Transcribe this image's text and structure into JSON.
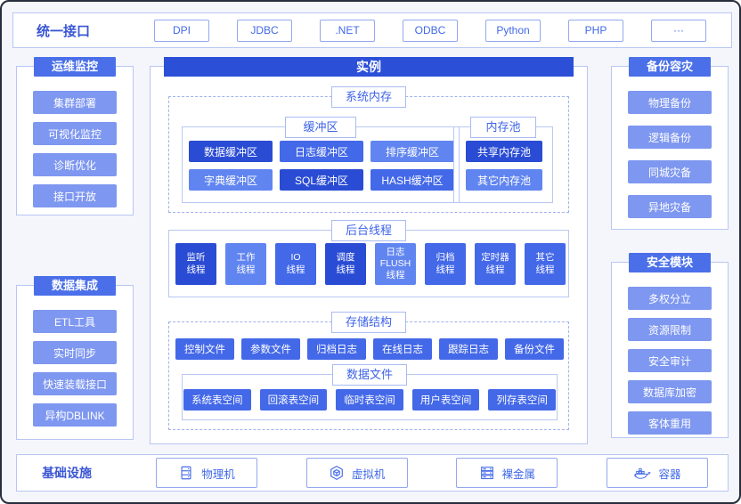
{
  "colors": {
    "page_bg": "#f4f6fb",
    "frame_border": "#272d3d",
    "panel_border": "#b9c7f2",
    "dashed_border": "#9fb2ee",
    "instance_header": "#2b4fd7",
    "side_header": "#4a6fe9",
    "side_item": "#7e97f0",
    "chip_dark": "#2a4cd4",
    "chip_medium": "#4368e8",
    "chip_light": "#6185f0",
    "text_blue": "#3d63e8"
  },
  "top_bar": {
    "label": "统一接口",
    "chips": [
      "DPI",
      "JDBC",
      ".NET",
      "ODBC",
      "Python",
      "PHP",
      "···"
    ]
  },
  "left_panels": [
    {
      "title": "运维监控",
      "items": [
        "集群部署",
        "可视化监控",
        "诊断优化",
        "接口开放"
      ]
    },
    {
      "title": "数据集成",
      "items": [
        "ETL工具",
        "实时同步",
        "快速装载接口",
        "异构DBLINK"
      ]
    }
  ],
  "right_panels": [
    {
      "title": "备份容灾",
      "items": [
        "物理备份",
        "逻辑备份",
        "同城灾备",
        "异地灾备"
      ]
    },
    {
      "title": "安全模块",
      "items": [
        "多权分立",
        "资源限制",
        "安全审计",
        "数据库加密",
        "客体重用"
      ]
    }
  ],
  "center": {
    "title": "实例",
    "system_memory": {
      "label": "系统内存",
      "buffer": {
        "label": "缓冲区",
        "chips": [
          {
            "text": "数据缓冲区",
            "tone": "dark"
          },
          {
            "text": "日志缓冲区",
            "tone": "medium"
          },
          {
            "text": "排序缓冲区",
            "tone": "light"
          },
          {
            "text": "字典缓冲区",
            "tone": "light"
          },
          {
            "text": "SQL缓冲区",
            "tone": "dark"
          },
          {
            "text": "HASH缓冲区",
            "tone": "medium"
          }
        ]
      },
      "memory_pool": {
        "label": "内存池",
        "chips": [
          {
            "text": "共享内存池",
            "tone": "dark"
          },
          {
            "text": "其它内存池",
            "tone": "light"
          }
        ]
      }
    },
    "threads": {
      "label": "后台线程",
      "chips": [
        {
          "lines": [
            "监听",
            "线程"
          ],
          "tone": "dark"
        },
        {
          "lines": [
            "工作",
            "线程"
          ],
          "tone": "light"
        },
        {
          "lines": [
            "IO",
            "线程"
          ],
          "tone": "medium"
        },
        {
          "lines": [
            "调度",
            "线程"
          ],
          "tone": "dark"
        },
        {
          "lines": [
            "日志",
            "FLUSH",
            "线程"
          ],
          "tone": "light"
        },
        {
          "lines": [
            "归档",
            "线程"
          ],
          "tone": "medium"
        },
        {
          "lines": [
            "定时器",
            "线程"
          ],
          "tone": "medium"
        },
        {
          "lines": [
            "其它",
            "线程"
          ],
          "tone": "medium"
        }
      ]
    },
    "storage": {
      "label": "存储结构",
      "files": [
        "控制文件",
        "参数文件",
        "归档日志",
        "在线日志",
        "跟踪日志",
        "备份文件"
      ],
      "data_files": {
        "label": "数据文件",
        "chips": [
          "系统表空间",
          "回滚表空间",
          "临时表空间",
          "用户表空间",
          "列存表空间"
        ]
      }
    }
  },
  "bottom_bar": {
    "label": "基础设施",
    "items": [
      {
        "label": "物理机",
        "icon": "physical-server-icon"
      },
      {
        "label": "虚拟机",
        "icon": "vm-cube-icon"
      },
      {
        "label": "裸金属",
        "icon": "bare-metal-icon"
      },
      {
        "label": "容器",
        "icon": "docker-whale-icon"
      }
    ]
  }
}
